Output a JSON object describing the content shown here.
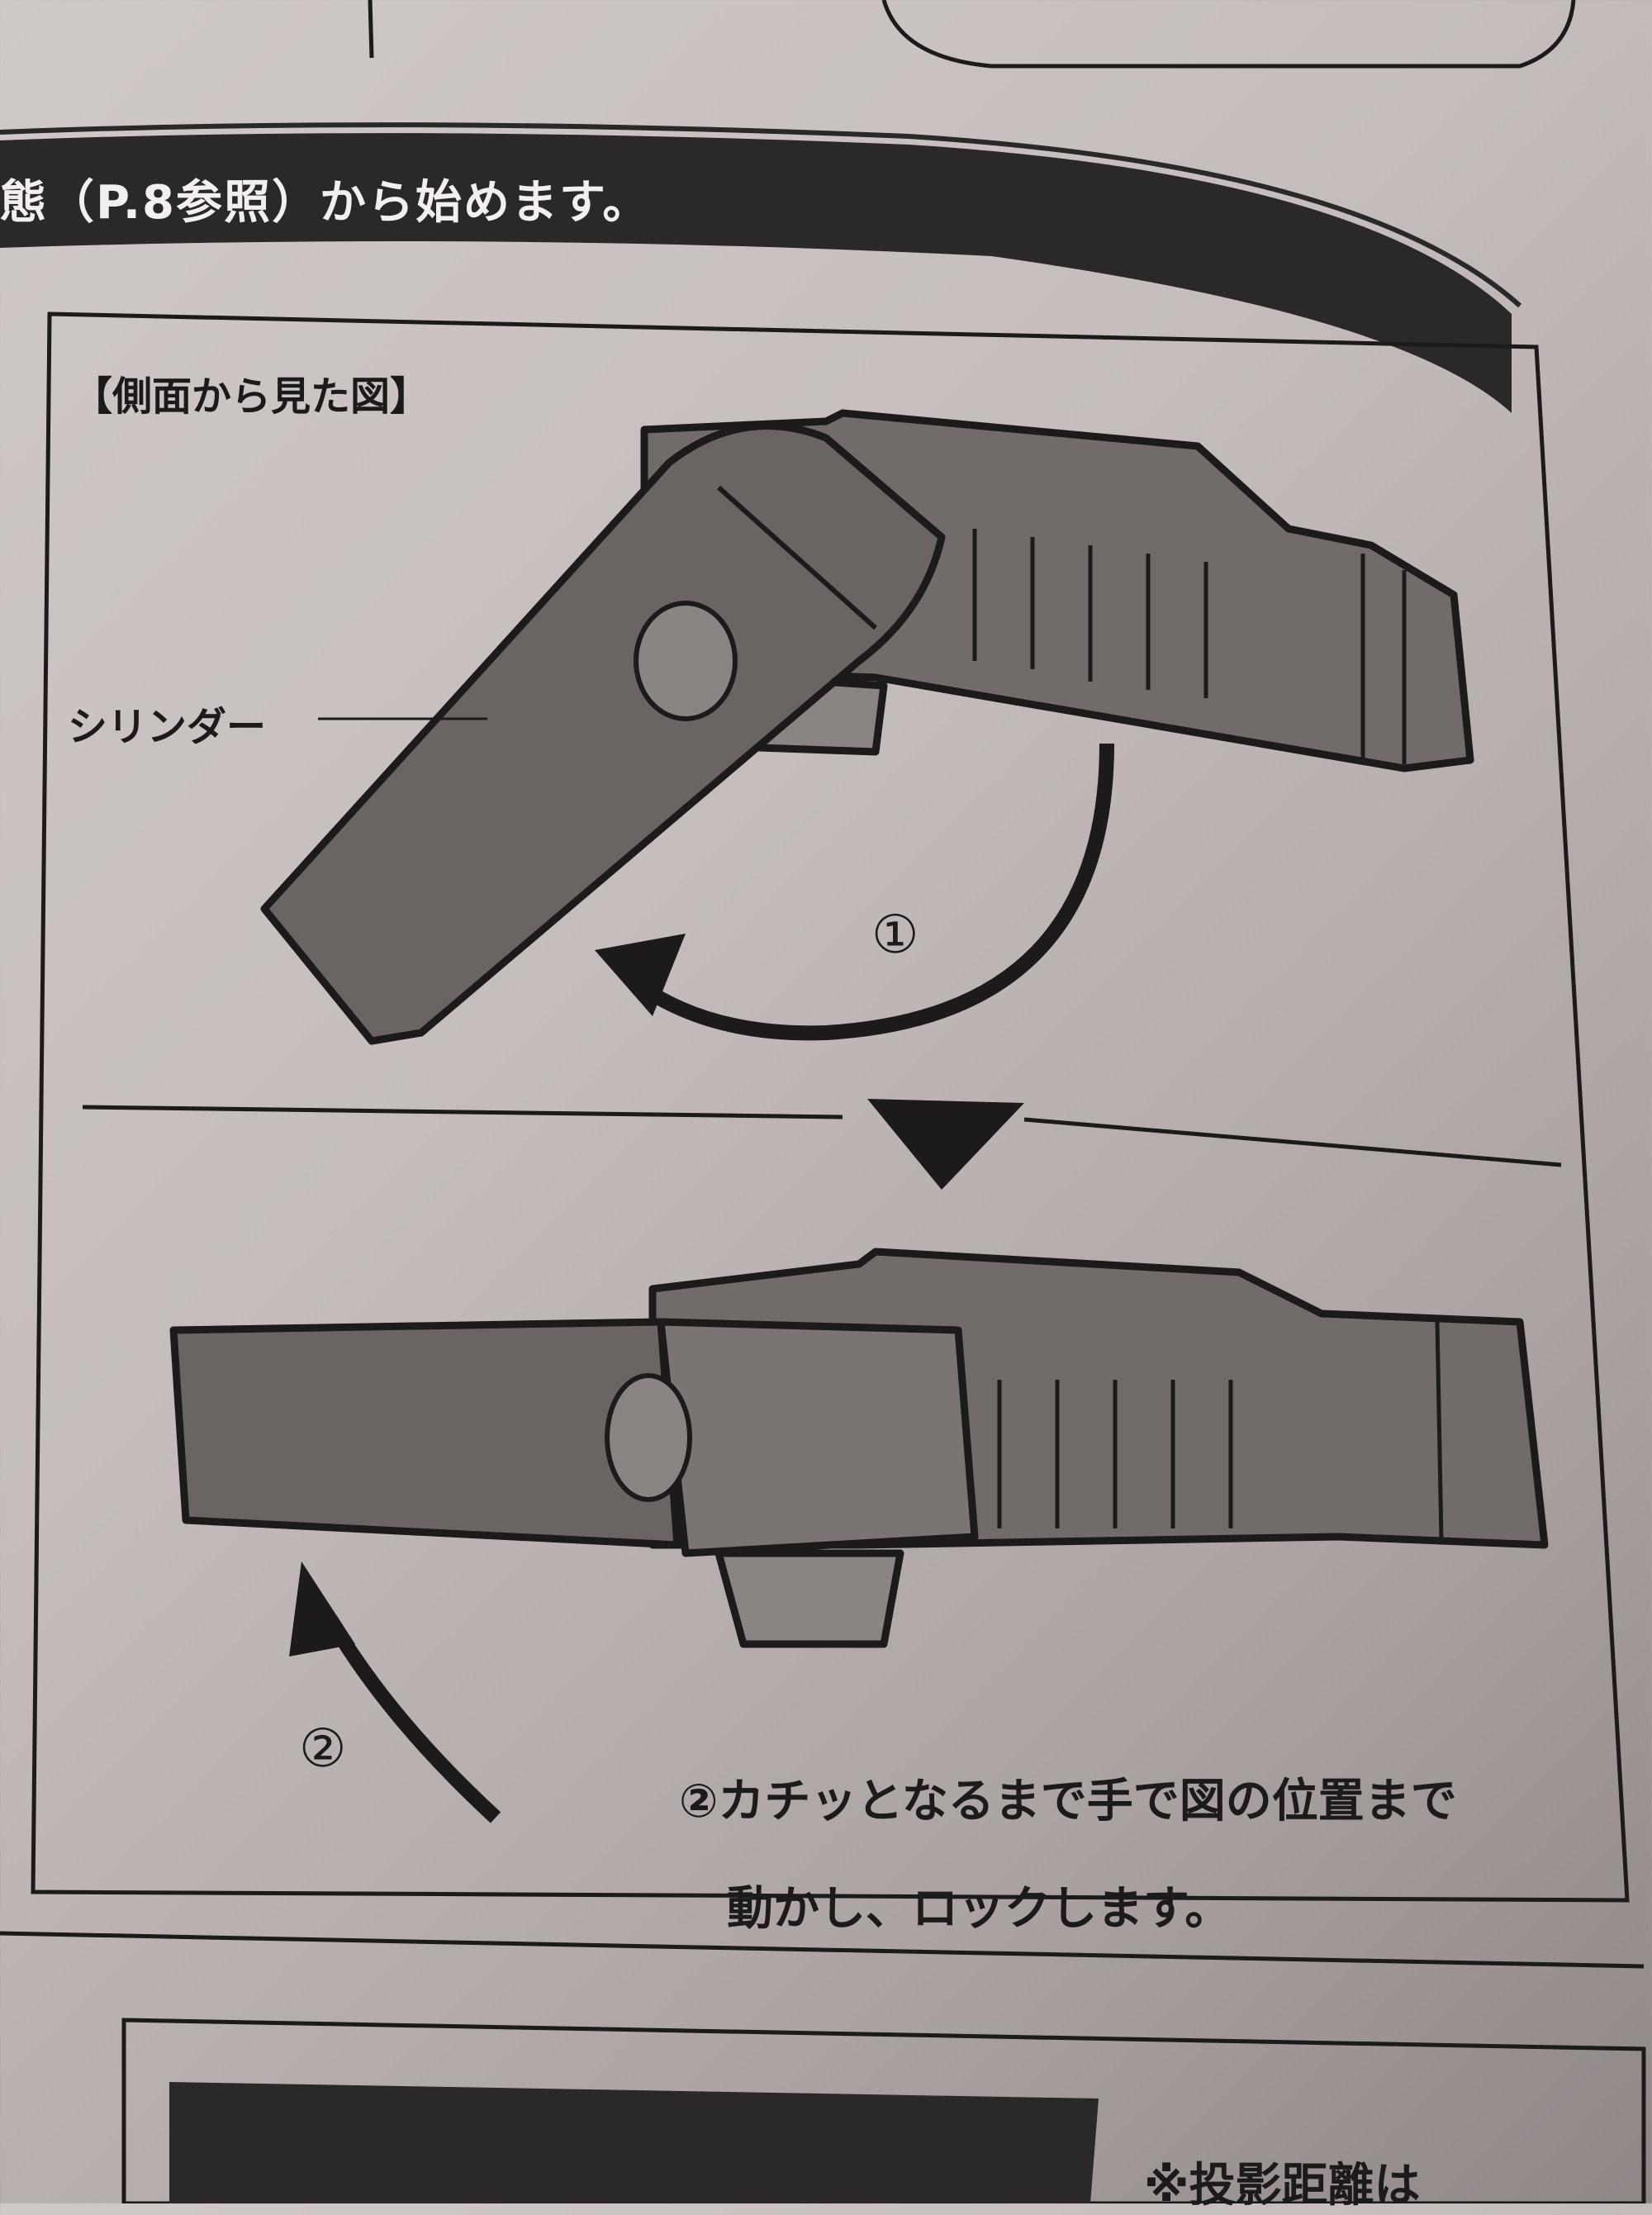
{
  "page": {
    "banner_text": "態（P.8参照）から始めます。",
    "diagram_title": "【側面から見た図】",
    "cylinder_label": "シリンダー",
    "step1_marker": "①",
    "step2_marker": "②",
    "instruction_line1": "②カチッとなるまで手で図の位置まで",
    "instruction_line2": "動かし、ロックします。",
    "note_text": "※投影距離は"
  },
  "colors": {
    "paper": "#c9c2c0",
    "ink": "#1d1a1a",
    "device_fill": "#6f6968",
    "banner": "#2b2828"
  }
}
